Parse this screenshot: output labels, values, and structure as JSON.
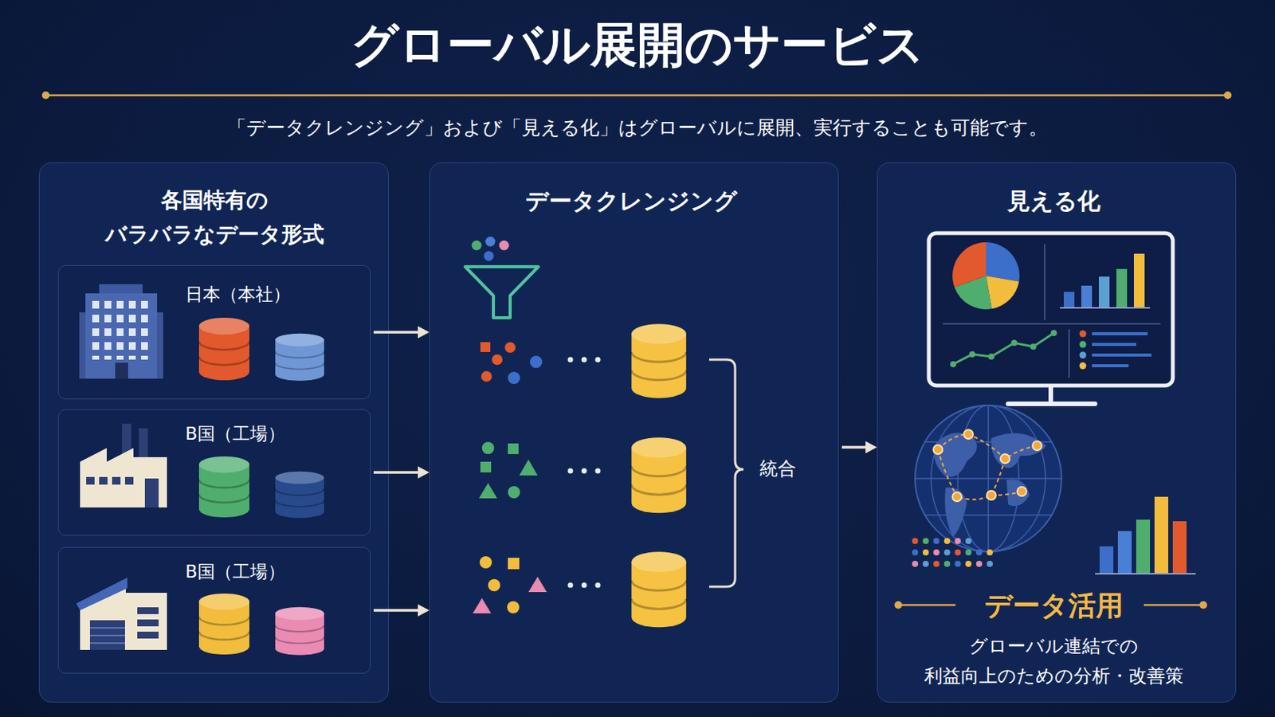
{
  "diagram": {
    "title": "グローバル展開のサービス",
    "nodes": [
      {
        "text": [
          "各国特有の バラバラなデータ形式"
        ]
      },
      {
        "text": [
          "日本（本社）"
        ],
        "in": 0
      },
      {
        "text": [
          "B国（工場）"
        ],
        "in": 0
      },
      {
        "text": [
          "B国（工場）"
        ],
        "in": 0
      },
      {
        "text": [
          "データクレンジング"
        ]
      },
      {
        "text": [
          "見える化",
          "データ活用",
          "グローバル連結での 利益向上のための分析・改善策"
        ]
      }
    ],
    "edges": [
      {
        "from": 1,
        "to": 4,
        "arrow": "to"
      },
      {
        "from": 2,
        "to": 4,
        "arrow": "to"
      },
      {
        "from": 3,
        "to": 4,
        "arrow": "to"
      },
      {
        "from": 4,
        "to": 5,
        "arrow": "to"
      }
    ],
    "labels": [
      "「データクレンジング」および「見える化」はグローバルに展開、実行することも可能です。",
      "統合"
    ]
  }
}
